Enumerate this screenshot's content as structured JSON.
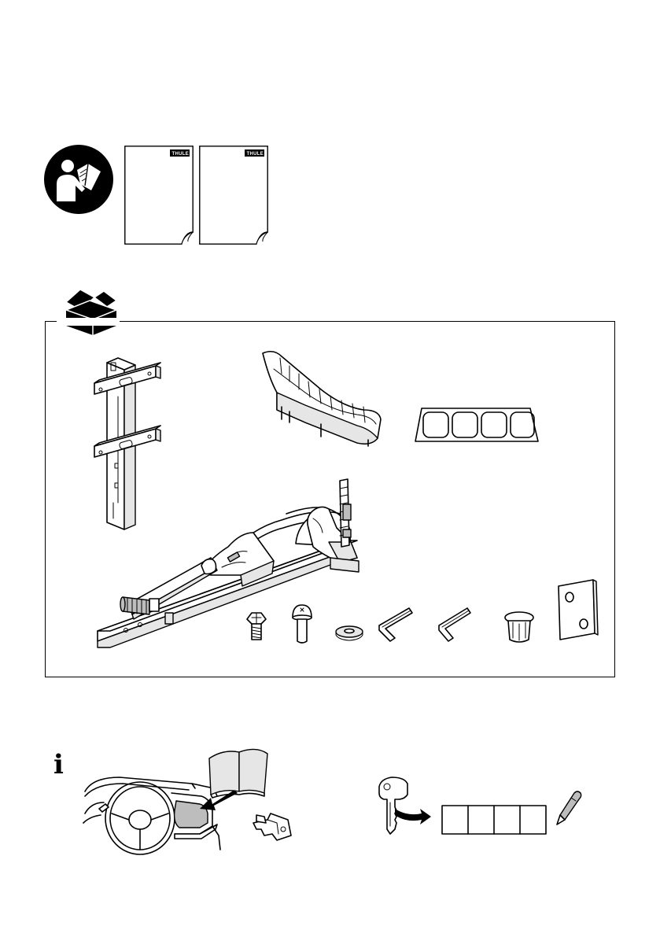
{
  "manuals": [
    {
      "brand": "THULE"
    },
    {
      "brand": "THULE"
    }
  ],
  "info_glyph": "i",
  "icons": {
    "read_manual": "read-manual-icon",
    "package": "open-box-icon",
    "info": "info-icon",
    "pen": "pen-icon",
    "key": "key-icon"
  }
}
